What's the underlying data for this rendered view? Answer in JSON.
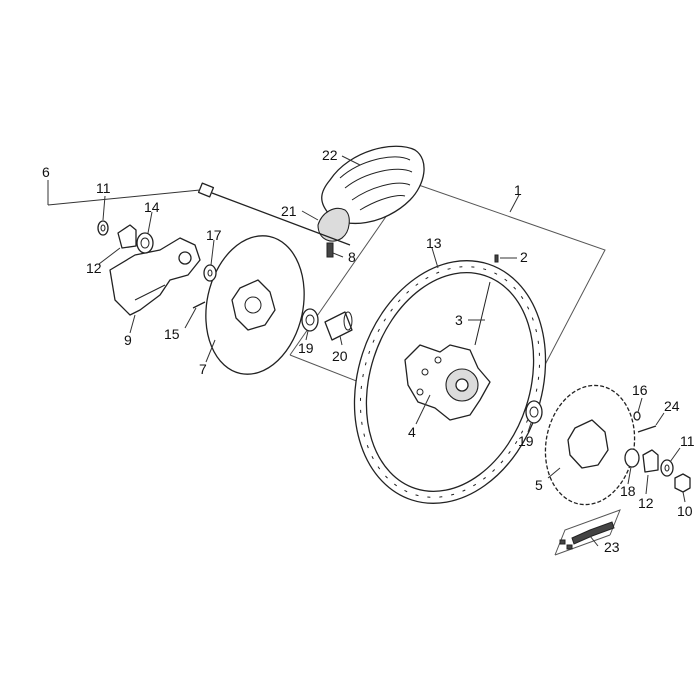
{
  "callouts": {
    "c1": "1",
    "c2": "2",
    "c3": "3",
    "c4": "4",
    "c5": "5",
    "c6": "6",
    "c7": "7",
    "c8": "8",
    "c9": "9",
    "c10": "10",
    "c11a": "11",
    "c11b": "11",
    "c12a": "12",
    "c12b": "12",
    "c13": "13",
    "c14": "14",
    "c15": "15",
    "c16": "16",
    "c17": "17",
    "c18": "18",
    "c19a": "19",
    "c19b": "19",
    "c20": "20",
    "c21": "21",
    "c22": "22",
    "c23": "23",
    "c24": "24"
  }
}
